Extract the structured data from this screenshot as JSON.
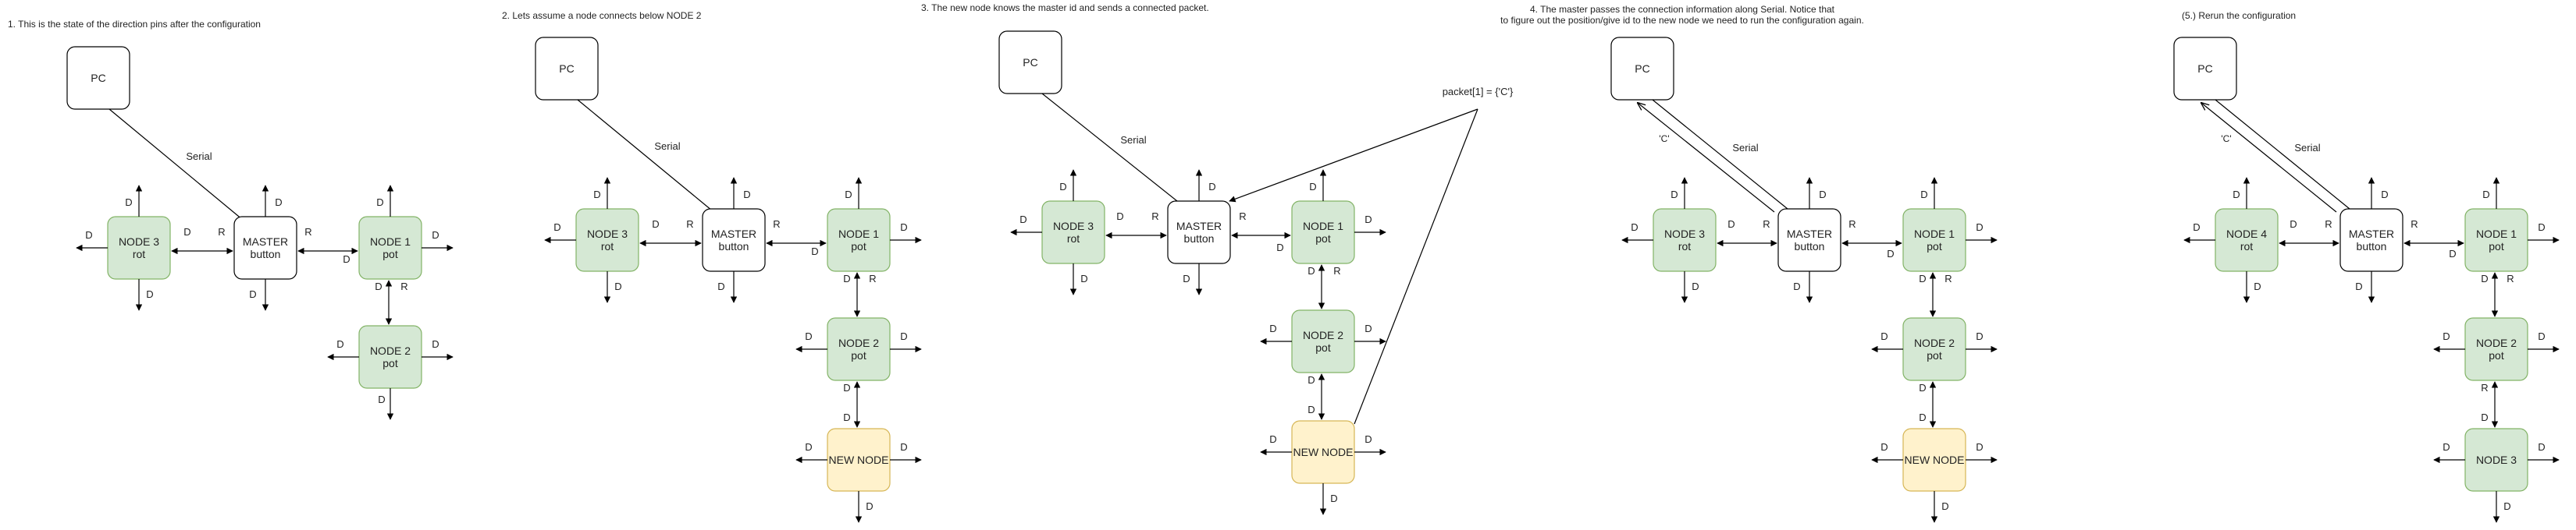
{
  "colors": {
    "green_fill": "#d5e8d4",
    "green_stroke": "#82b366",
    "yellow_fill": "#fff2cc",
    "yellow_stroke": "#d6b656",
    "white_fill": "#ffffff",
    "dark_stroke": "#000000"
  },
  "captions": [
    {
      "id": "cap1",
      "text": "1. This is the state of the direction pins after the configuration"
    },
    {
      "id": "cap2",
      "text": "2. Lets assume a node connects below NODE 2"
    },
    {
      "id": "cap3",
      "text": "3. The new node knows the master id and sends a connected packet."
    },
    {
      "id": "cap4a",
      "text": "4. The master passes the connection information along Serial. Notice that"
    },
    {
      "id": "cap4b",
      "text": "to figure out the position/give id to the new node we need to run the configuration again."
    },
    {
      "id": "cap5",
      "text": "(5.)  Rerun the configuration"
    }
  ],
  "labels": {
    "pc": "PC",
    "serial": "Serial",
    "master_line1": "MASTER",
    "master_line2": "button",
    "node1_line1": "NODE 1",
    "node1_line2": "pot",
    "node2_line1": "NODE 2",
    "node2_line2": "pot",
    "node3_line1": "NODE 3",
    "node3_line2": "rot",
    "node3_single": "NODE 3",
    "node4_line1": "NODE 4",
    "node4_line2": "rot",
    "new_node": "NEW NODE",
    "pin_d": "D",
    "pin_r": "R",
    "packet": "packet[1] = {'C'}",
    "c_label": "'C'"
  }
}
